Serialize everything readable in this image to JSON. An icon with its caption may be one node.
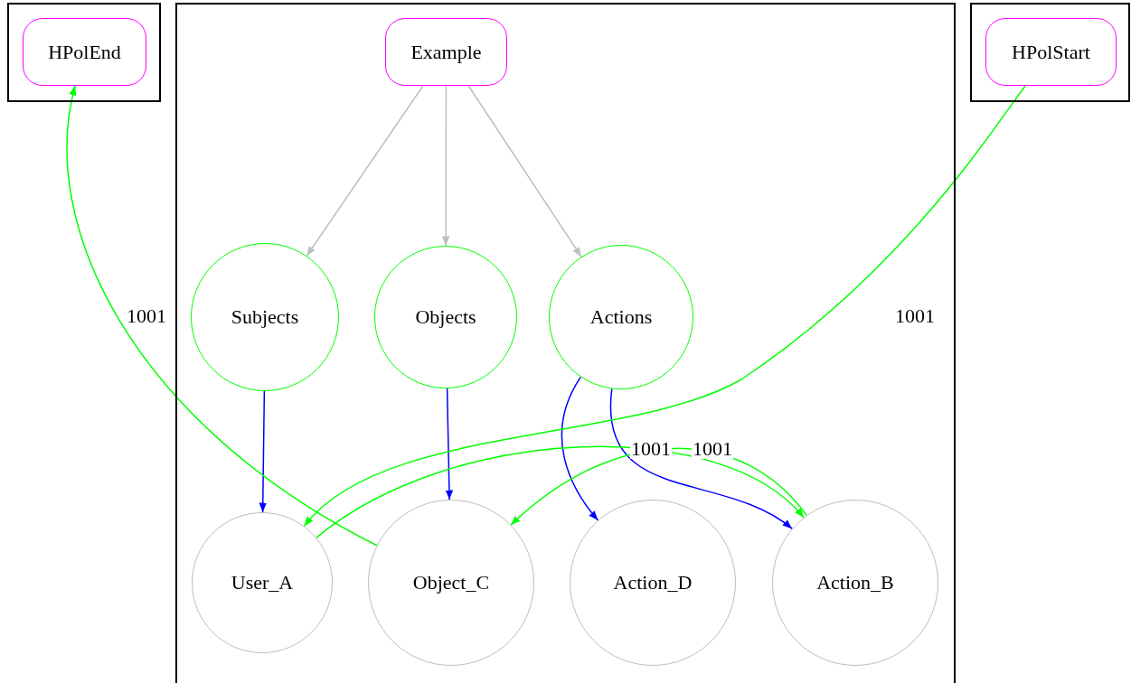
{
  "diagram": {
    "nodes": [
      {
        "text": [],
        "shape": "box"
      },
      {
        "text": [
          "HPolEnd"
        ],
        "in": 0
      },
      {
        "text": [],
        "shape": "box"
      },
      {
        "text": [
          "Example"
        ],
        "in": 2
      },
      {
        "text": [
          "Subjects"
        ],
        "in": 2
      },
      {
        "text": [
          "Objects"
        ],
        "in": 2
      },
      {
        "text": [
          "Actions"
        ],
        "in": 2
      },
      {
        "text": [
          "User_A"
        ],
        "in": 2
      },
      {
        "text": [
          "Object_C"
        ],
        "in": 2
      },
      {
        "text": [
          "Action_D"
        ],
        "in": 2
      },
      {
        "text": [
          "Action_B"
        ],
        "in": 2
      },
      {
        "text": [],
        "shape": "box"
      },
      {
        "text": [
          "HPolStart"
        ],
        "in": 11
      }
    ],
    "edges": [
      {
        "from": 3,
        "to": 4,
        "arrow": "to",
        "color": "#bebebe"
      },
      {
        "from": 3,
        "to": 5,
        "arrow": "to",
        "color": "#bebebe"
      },
      {
        "from": 3,
        "to": 6,
        "arrow": "to",
        "color": "#bebebe"
      },
      {
        "from": 4,
        "to": 7,
        "arrow": "to",
        "color": "#0000ff"
      },
      {
        "from": 5,
        "to": 8,
        "arrow": "to",
        "color": "#0000ff"
      },
      {
        "from": 6,
        "to": 9,
        "arrow": "to",
        "color": "#0000ff"
      },
      {
        "from": 6,
        "to": 10,
        "arrow": "to",
        "color": "#0000ff"
      },
      {
        "from": 12,
        "to": 7,
        "arrow": "to",
        "label": "1001",
        "color": "#00ff00"
      },
      {
        "from": 7,
        "to": 10,
        "arrow": "to",
        "label": "1001",
        "color": "#00ff00"
      },
      {
        "from": 10,
        "to": 8,
        "arrow": "to",
        "label": "1001",
        "color": "#00ff00"
      },
      {
        "from": 8,
        "to": 1,
        "arrow": "to",
        "label": "1001",
        "color": "#00ff00"
      }
    ]
  }
}
